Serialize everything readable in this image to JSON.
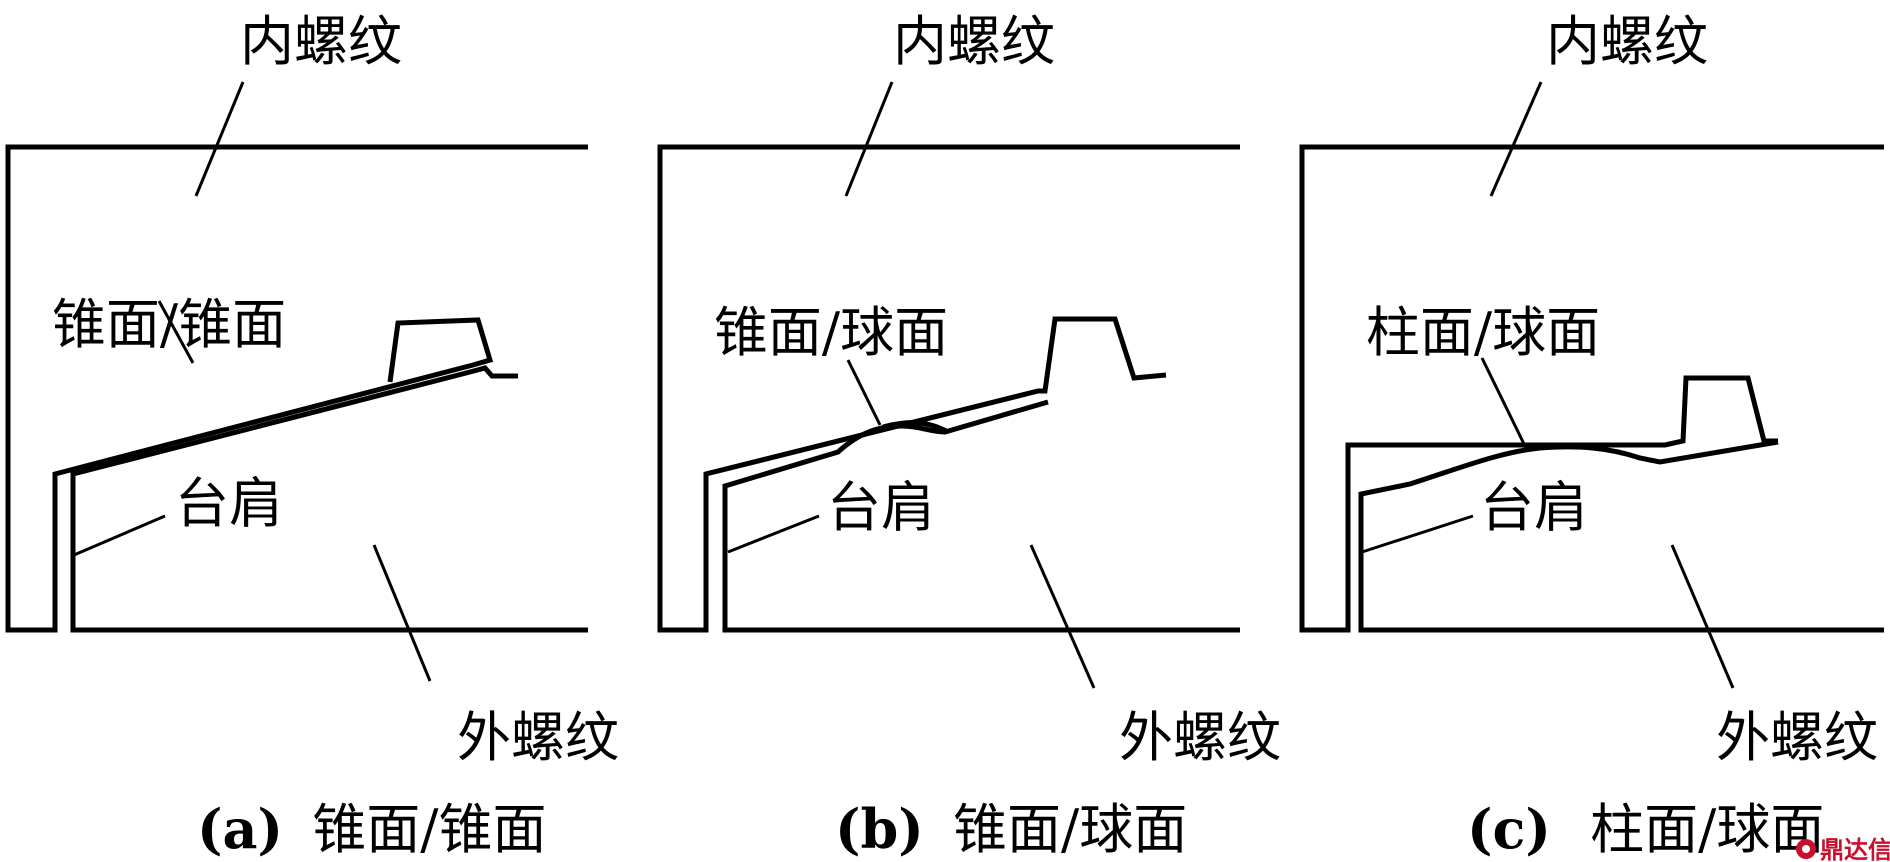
{
  "panels": [
    {
      "id": "a",
      "caption_letter": "(a)",
      "caption_text": "锥面/锥面",
      "label_top": "内螺纹",
      "label_interface": "锥面/锥面",
      "label_shoulder": "台肩",
      "label_bottom": "外螺纹"
    },
    {
      "id": "b",
      "caption_letter": "(b)",
      "caption_text": "锥面/球面",
      "label_top": "内螺纹",
      "label_interface": "锥面/球面",
      "label_shoulder": "台肩",
      "label_bottom": "外螺纹"
    },
    {
      "id": "c",
      "caption_letter": "(c)",
      "caption_text": "柱面/球面",
      "label_top": "内螺纹",
      "label_interface": "柱面/球面",
      "label_shoulder": "台肩",
      "label_bottom": "外螺纹"
    }
  ],
  "watermark": {
    "text": "鼎达信",
    "icon": "brand-logo-icon",
    "color": "#c8102e"
  }
}
